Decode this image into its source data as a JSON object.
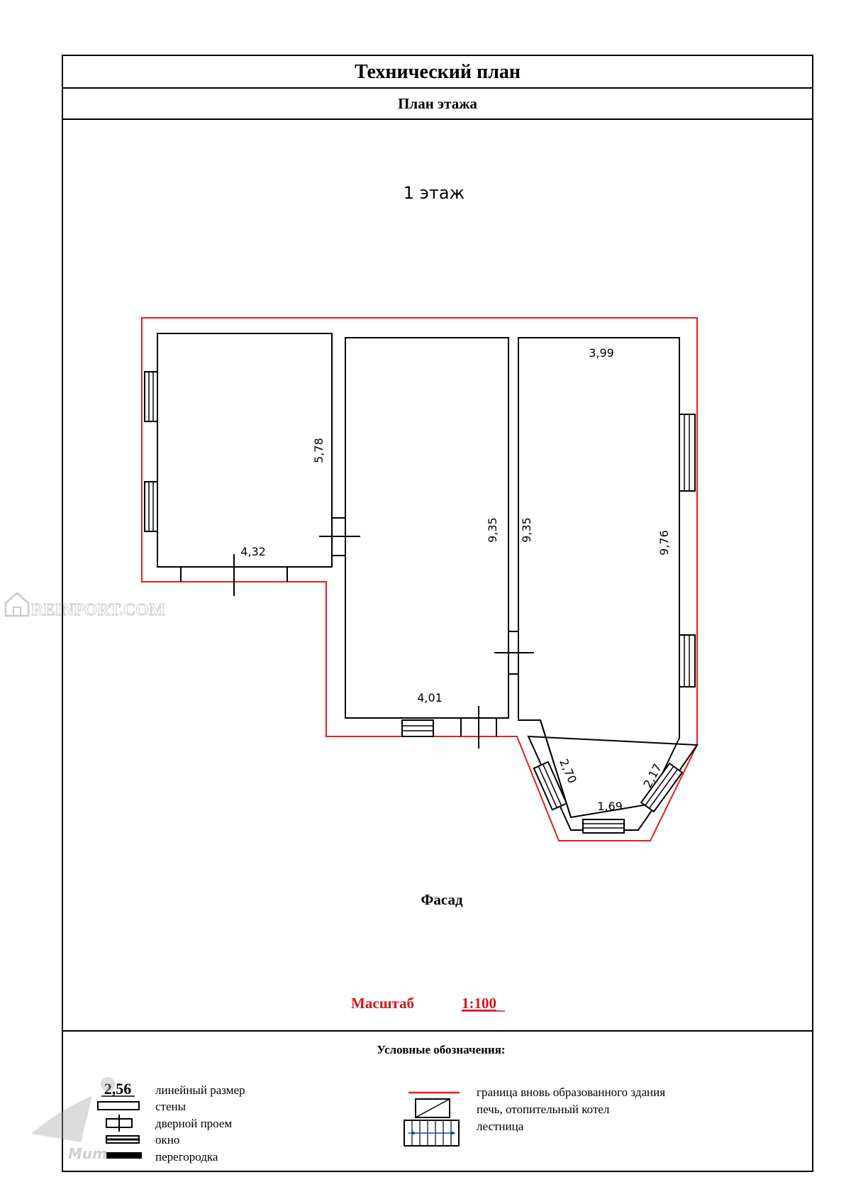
{
  "header": {
    "title": "Технический план",
    "subtitle": "План этажа"
  },
  "plan": {
    "floor_label": "1  этаж",
    "facade_label": "Фасад",
    "scale_prefix": "Масштаб",
    "scale_value": "1:100",
    "dimensions": {
      "room1_height": "5,78",
      "room1_width": "4,32",
      "room2_height_left": "9,35",
      "room2_width": "4,01",
      "room3_height_left": "9,35",
      "room3_top": "3,99",
      "room3_height_right": "9,76",
      "room3_bay_left": "2,70",
      "room3_bay_bottom": "1,69",
      "room3_bay_right": "2,17"
    },
    "colors": {
      "boundary": "#e0201b",
      "walls": "#000000",
      "scale_text": "#d4161a"
    }
  },
  "watermark": {
    "site": "REINPORT.COM",
    "brand": "Mum"
  },
  "legend": {
    "title": "Условные обозначения:",
    "sample_number": "2,56",
    "items_left": [
      "линейный размер",
      "стены",
      "дверной проем",
      "окно",
      "перегородка"
    ],
    "items_right": [
      "граница вновь образованного здания",
      "печь, отопительный котел",
      "лестница"
    ]
  }
}
